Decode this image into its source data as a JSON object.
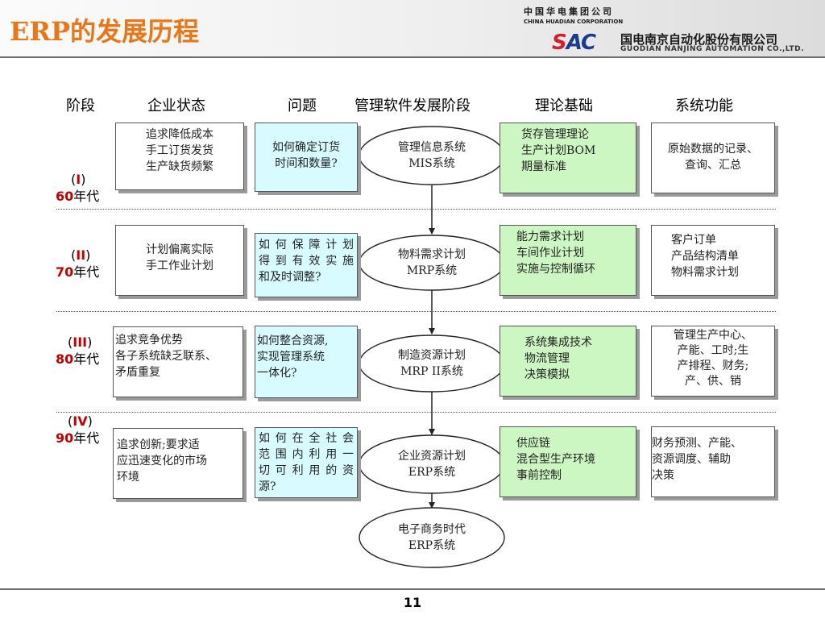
{
  "header": {
    "title": "ERP的发展历程",
    "corp_cn": "中国华电集团公司",
    "corp_en": "CHINA HUADIAN CORPORATION",
    "sac_logo": [
      "S",
      "AC"
    ],
    "company_cn": "国电南京自动化股份有限公司",
    "company_en": "GUODIAN NANJING AUTOMATION CO.,LTD."
  },
  "columns": [
    "阶段",
    "企业状态",
    "问题",
    "管理软件发展阶段",
    "理论基础",
    "系统功能"
  ],
  "stages": [
    {
      "era": {
        "open": "(",
        "roman": "I",
        "close": ")",
        "num": "60",
        "suffix": "年代"
      },
      "status": [
        "追求降低成本",
        "手工订货发货",
        "生产缺货频繁"
      ],
      "problem": [
        "如何确定订货",
        "时间和数量?"
      ],
      "software": [
        "管理信息系统",
        "MIS系统"
      ],
      "theory": [
        "货存管理理论",
        "生产计划BOM",
        "期量标准"
      ],
      "function": [
        "原始数据的记录、",
        "查询、汇总"
      ]
    },
    {
      "era": {
        "open": "(",
        "roman": "II",
        "close": ")",
        "num": "70",
        "suffix": "年代"
      },
      "status": [
        "计划偏离实际",
        "手工作业计划"
      ],
      "problem": [
        "如何保障计划",
        "得到有效实施",
        "和及时调整?"
      ],
      "software": [
        "物料需求计划",
        "MRP系统"
      ],
      "theory": [
        "能力需求计划",
        "车间作业计划",
        "实施与控制循环"
      ],
      "function": [
        "客户订单",
        "产品结构清单",
        "物料需求计划"
      ]
    },
    {
      "era": {
        "open": "(",
        "roman": "III",
        "close": ")",
        "num": "80",
        "suffix": "年代"
      },
      "status": [
        "追求竞争优势",
        "各子系统缺乏联系、",
        "矛盾重复"
      ],
      "problem": [
        "如何整合资源,",
        "实现管理系统",
        "一体化?"
      ],
      "software": [
        "制造资源计划",
        "MRP II系统"
      ],
      "theory": [
        "系统集成技术",
        "物流管理",
        "决策模拟"
      ],
      "function": [
        "管理生产中心、",
        "产能、工时;生",
        "产排程、财务;",
        "产、供、销"
      ]
    },
    {
      "era": {
        "open": "(",
        "roman": "IV",
        "close": ")",
        "num": "90",
        "suffix": "年代"
      },
      "status": [
        "追求创新;要求适",
        "应迅速变化的市场",
        "环境"
      ],
      "problem": [
        "如何在全社会",
        "范围内利用一",
        "切可利用的资",
        "源?"
      ],
      "software": [
        "企业资源计划",
        "ERP系统"
      ],
      "theory": [
        "供应链",
        "混合型生产环境",
        "事前控制"
      ],
      "function": [
        "财务预测、产能、",
        "资源调度、辅助",
        "决策"
      ]
    }
  ],
  "future": {
    "software": [
      "电子商务时代",
      "ERP系统"
    ]
  },
  "footer": {
    "page_number": "11"
  }
}
